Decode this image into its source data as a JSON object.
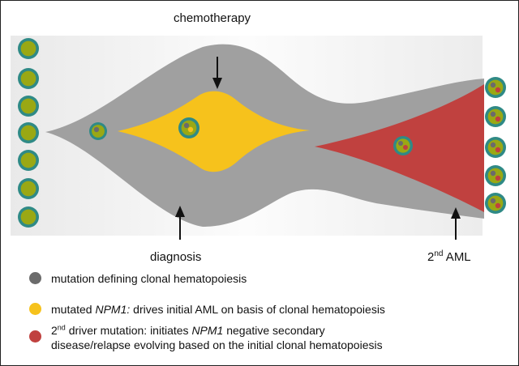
{
  "labels": {
    "top_arrow": "chemotherapy",
    "bottom_arrow_left": "diagnosis",
    "bottom_arrow_right_main": "2",
    "bottom_arrow_right_sup": "nd",
    "bottom_arrow_right_rest": " AML"
  },
  "legend": {
    "clonal": {
      "color": "#6b6b6b",
      "text": "mutation defining clonal hematopoiesis"
    },
    "npm1": {
      "color": "#f6c21c",
      "text_pre": "mutated ",
      "text_italic": "NPM1:",
      "text_post": " drives initial AML on basis of clonal hematopoiesis"
    },
    "second": {
      "color": "#c0413f",
      "line1_main": "2",
      "line1_sup": "nd",
      "line1_a": " driver mutation: initiates ",
      "line1_italic": "NPM1",
      "line1_b": " negative secondary",
      "line2": "disease/relapse evolving based on the initial clonal hematopoiesis"
    }
  },
  "colors": {
    "clonal_stream": "#a0a0a0",
    "npm1_stream": "#f6c21c",
    "second_stream": "#c0413f",
    "cell_ring": "#2f8a86",
    "cell_body": "#9aa814"
  }
}
